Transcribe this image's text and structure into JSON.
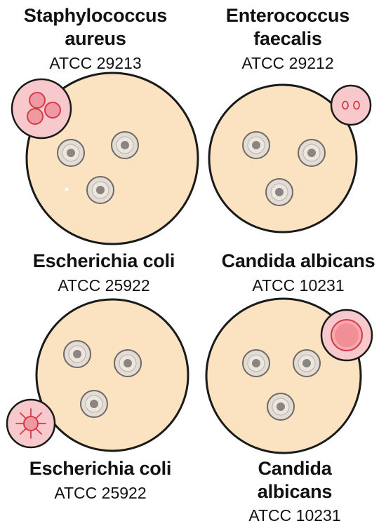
{
  "colors": {
    "agar": "#fbe3c1",
    "plate_outline": "#1a1a1a",
    "well_fill": "#e3dcd4",
    "well_center": "#8a8580",
    "zoom_bubble": "#f7c9cd",
    "organism_red": "#e8505b"
  },
  "panels": [
    {
      "organism": "Staphylococcus aureus",
      "strain": "ATCC 29213",
      "inset_icon": "cocci-cluster-icon",
      "wells": 3
    },
    {
      "organism": "Enterococcus faecalis",
      "strain": "ATCC 29212",
      "inset_icon": "diplococci-icon",
      "wells": 3
    },
    {
      "organism": "Escherichia coli",
      "strain": "ATCC 25922",
      "inset_icon": "flagellated-cell-icon",
      "wells": 3
    },
    {
      "organism": "Candida albicans",
      "strain": "ATCC 10231",
      "inset_icon": "yeast-cell-icon",
      "wells": 3
    }
  ],
  "captions": {
    "left_lower_name": "Escherichia coli",
    "left_lower_strain": "ATCC 25922",
    "right_lower_name_line1": "Candida",
    "right_lower_name_line2": "albicans",
    "right_lower_strain": "ATCC 10231"
  }
}
